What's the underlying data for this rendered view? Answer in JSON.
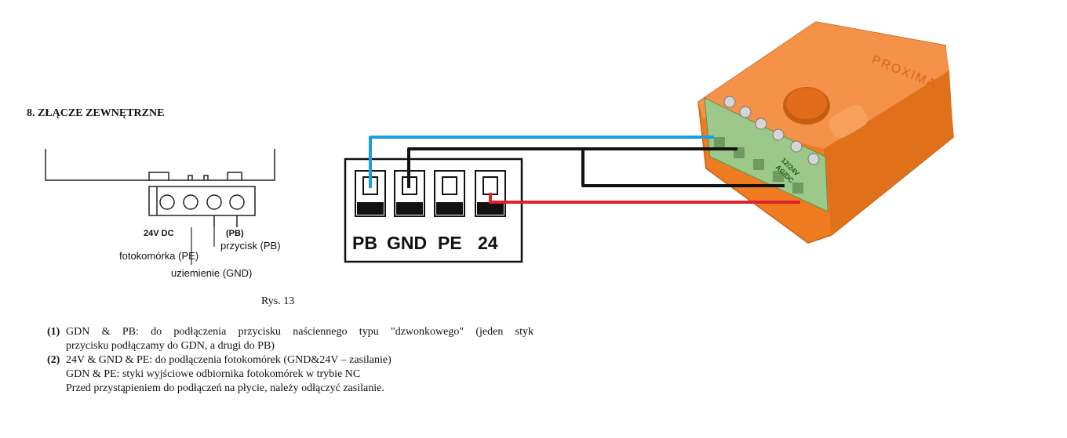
{
  "heading": "8. ZŁĄCZE ZEWNĘTRZNE",
  "pcb": {
    "label_24v": "24V DC",
    "label_pb": "(PB)",
    "fotokomorka": "fotokomórka (PE)",
    "przycisk": "przycisk (PB)",
    "uziemienie": "uziemienie (GND)"
  },
  "caption": "Rys. 13",
  "terminal_block": {
    "labels": [
      "PB",
      "GND",
      "PE",
      "24"
    ]
  },
  "module": {
    "brand": "PROXIMA",
    "voltage_label_1": "12/24V",
    "voltage_label_2": "AC/DC"
  },
  "notes": [
    {
      "num": "(1)",
      "line1": "GDN & PB: do podłączenia przycisku naściennego typu \"dzwonkowego\" (jeden styk",
      "line2": "przycisku podłączamy do GDN, a drugi do PB)"
    },
    {
      "num": "(2)",
      "line1": "24V & GND & PE: do podłączenia fotokomórek (GND&24V – zasilanie)",
      "line2": "GDN & PE: styki wyjściowe odbiornika fotokomórek w trybie NC",
      "line3": "Przed przystąpieniem do podłączeń na płycie, należy odłączyć zasilanie."
    }
  ],
  "colors": {
    "wire_blue": "#1a9fe0",
    "wire_black": "#111111",
    "wire_red": "#e0202a",
    "module_orange": "#f07c21",
    "terminal_green": "#9cc98a"
  }
}
